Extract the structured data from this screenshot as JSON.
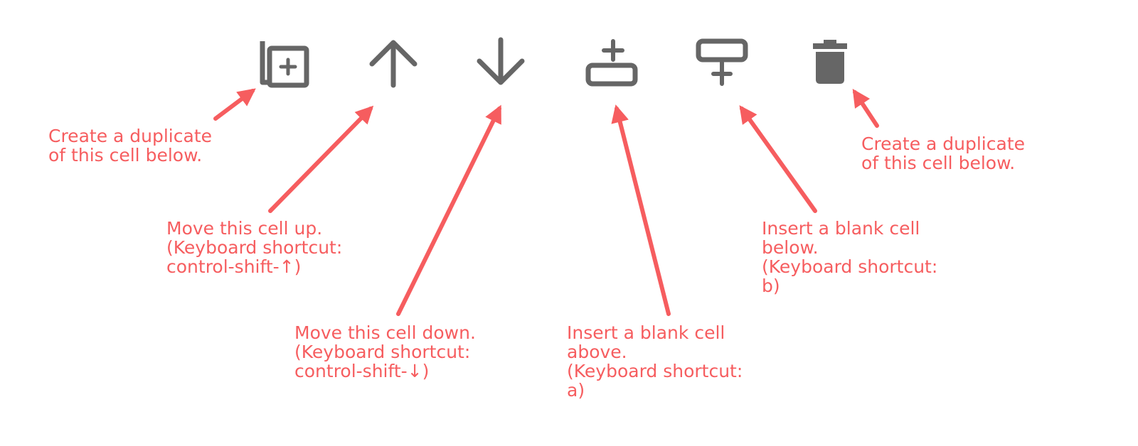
{
  "colors": {
    "icon": "#666666",
    "annotation": "#f65d5f",
    "background": "#ffffff"
  },
  "toolbar": [
    {
      "id": "duplicate",
      "icon": "copy-plus-icon"
    },
    {
      "id": "move_up",
      "icon": "arrow-up-icon"
    },
    {
      "id": "move_down",
      "icon": "arrow-down-icon"
    },
    {
      "id": "insert_above",
      "icon": "insert-above-icon"
    },
    {
      "id": "insert_below",
      "icon": "insert-below-icon"
    },
    {
      "id": "delete",
      "icon": "trash-icon"
    }
  ],
  "annotations": {
    "duplicate": [
      "Create a duplicate",
      "of this cell below."
    ],
    "move_up": [
      "Move this cell up.",
      "(Keyboard shortcut:",
      "control-shift-↑)"
    ],
    "move_down": [
      "Move this cell down.",
      "(Keyboard shortcut:",
      "control-shift-↓)"
    ],
    "insert_above": [
      "Insert a blank cell",
      "above.",
      "(Keyboard shortcut:",
      "a)"
    ],
    "insert_below": [
      "Insert a blank cell",
      "below.",
      "(Keyboard shortcut:",
      "b)"
    ],
    "delete": [
      "Create a duplicate",
      "of this cell below."
    ]
  }
}
